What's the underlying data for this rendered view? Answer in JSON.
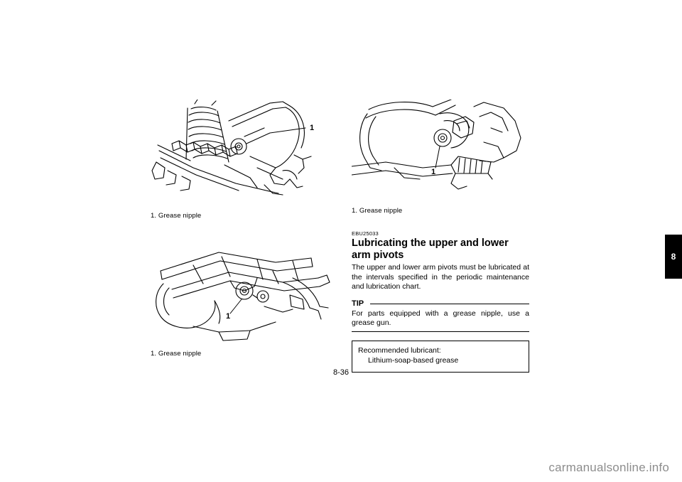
{
  "page": {
    "number": "8-36",
    "chapter_tab": "8",
    "watermark": "carmanualsonline.info"
  },
  "figures": [
    {
      "id": "fig-upper-arm-front",
      "caption": "1. Grease nipple",
      "callout": "1"
    },
    {
      "id": "fig-lower-arm",
      "caption": "1. Grease nipple",
      "callout": "1"
    },
    {
      "id": "fig-rear-arm",
      "caption": "1. Grease nipple",
      "callout": "1"
    }
  ],
  "section": {
    "code": "EBU25033",
    "title": "Lubricating the upper and lower arm pivots",
    "body": "The upper and lower arm pivots must be lubricated at the intervals specified in the periodic maintenance and lubrication chart.",
    "tip_label": "TIP",
    "tip_body": "For parts equipped with a grease nipple, use a grease gun.",
    "lubricant_label": "Recommended lubricant:",
    "lubricant_value": "Lithium-soap-based grease"
  }
}
